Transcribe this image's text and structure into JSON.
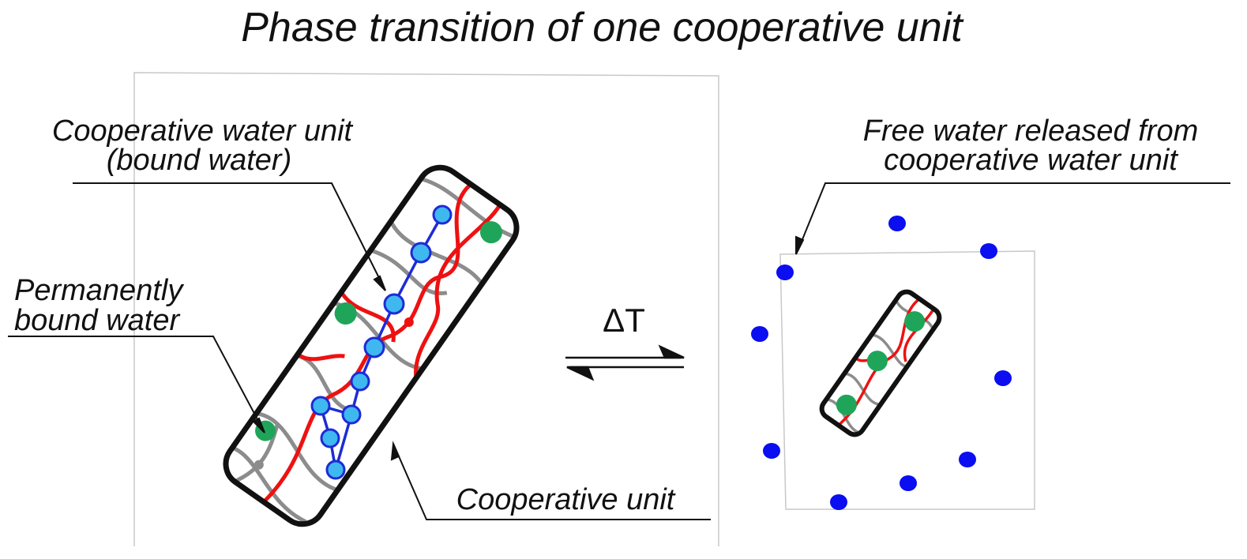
{
  "title": "Phase transition of one cooperative unit",
  "labels": {
    "cooperative_water_unit": [
      "Cooperative water unit",
      "(bound water)"
    ],
    "permanently_bound_water": [
      "Permanently",
      "bound water"
    ],
    "cooperative_unit": "Cooperative unit",
    "free_water_released": [
      "Free water released from",
      "cooperative water unit"
    ],
    "transition_symbol": "ΔT"
  },
  "colors": {
    "water_molecule": "#3fb8f0",
    "water_bond": "#1e2bd6",
    "free_water": "#0a0ef0",
    "bound_water_green": "#1fa55a",
    "polymer_red": "#ee1111",
    "polymer_gray": "#8c8c8c",
    "outline": "#111111"
  },
  "icons": [
    "reversible-arrows-icon",
    "pointer-arrow-icon"
  ]
}
